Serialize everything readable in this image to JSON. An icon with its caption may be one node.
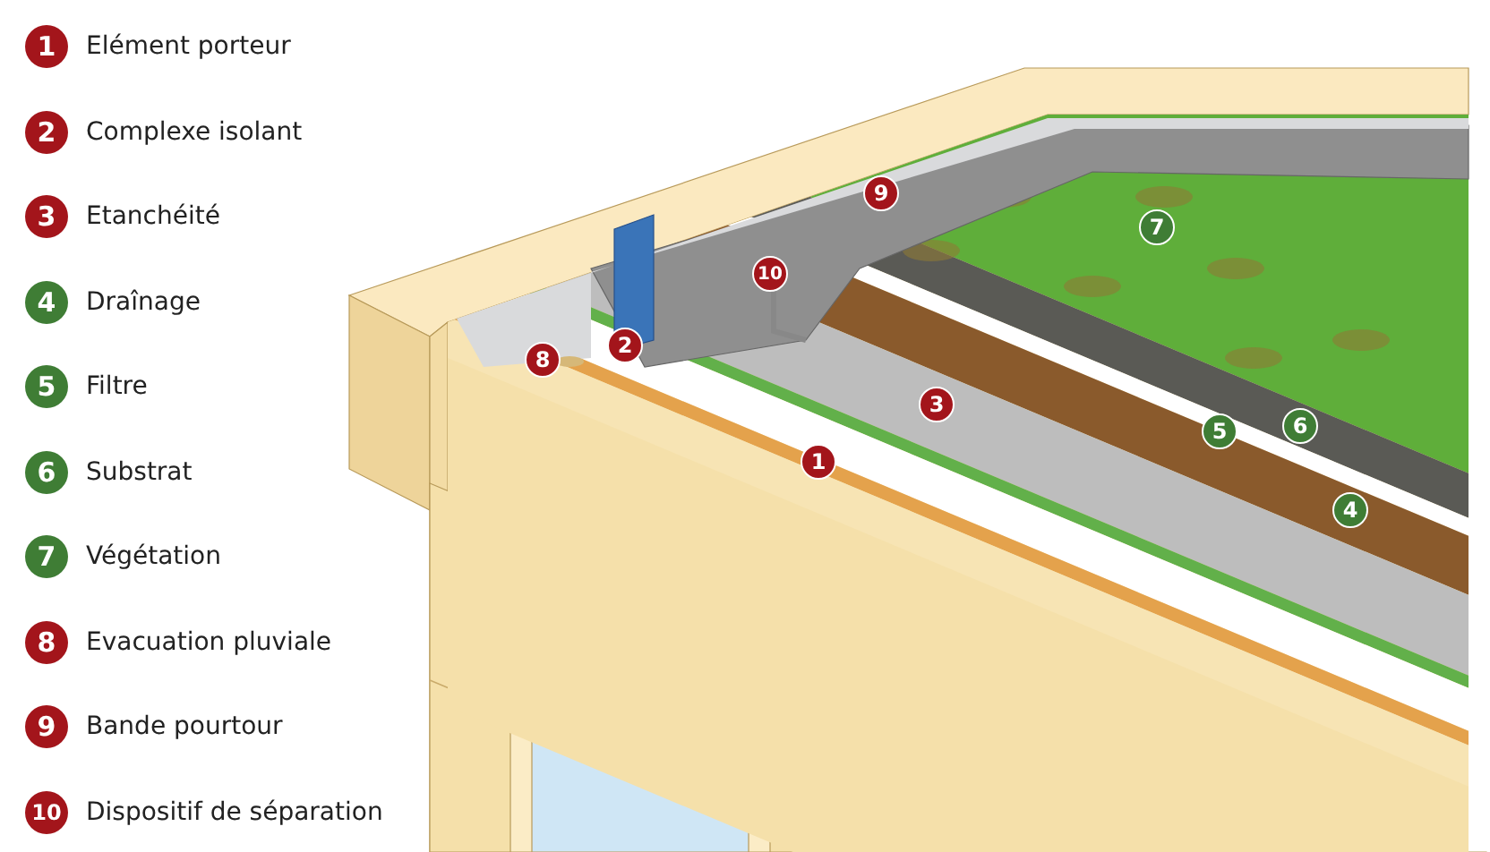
{
  "diagram": {
    "labels": [
      "1",
      "2",
      "3",
      "4",
      "5",
      "6",
      "7",
      "8",
      "9",
      "10",
      "9",
      "7",
      "10",
      "2",
      "8",
      "3",
      "6",
      "5",
      "1",
      "4"
    ],
    "legend": [
      {
        "text": "Elément porteur",
        "color": "#a3151b"
      },
      {
        "text": "Complexe isolant",
        "color": "#a3151b"
      },
      {
        "text": "Etanchéité",
        "color": "#a3151b"
      },
      {
        "text": "Draînage",
        "color": "#3f7d35"
      },
      {
        "text": "Filtre",
        "color": "#3f7d35"
      },
      {
        "text": "Substrat",
        "color": "#3f7d35"
      },
      {
        "text": "Végétation",
        "color": "#3f7d35"
      },
      {
        "text": "Evacuation pluviale",
        "color": "#a3151b"
      },
      {
        "text": "Bande pourtour",
        "color": "#a3151b"
      },
      {
        "text": "Dispositif de séparation",
        "color": "#a3151b"
      }
    ]
  }
}
